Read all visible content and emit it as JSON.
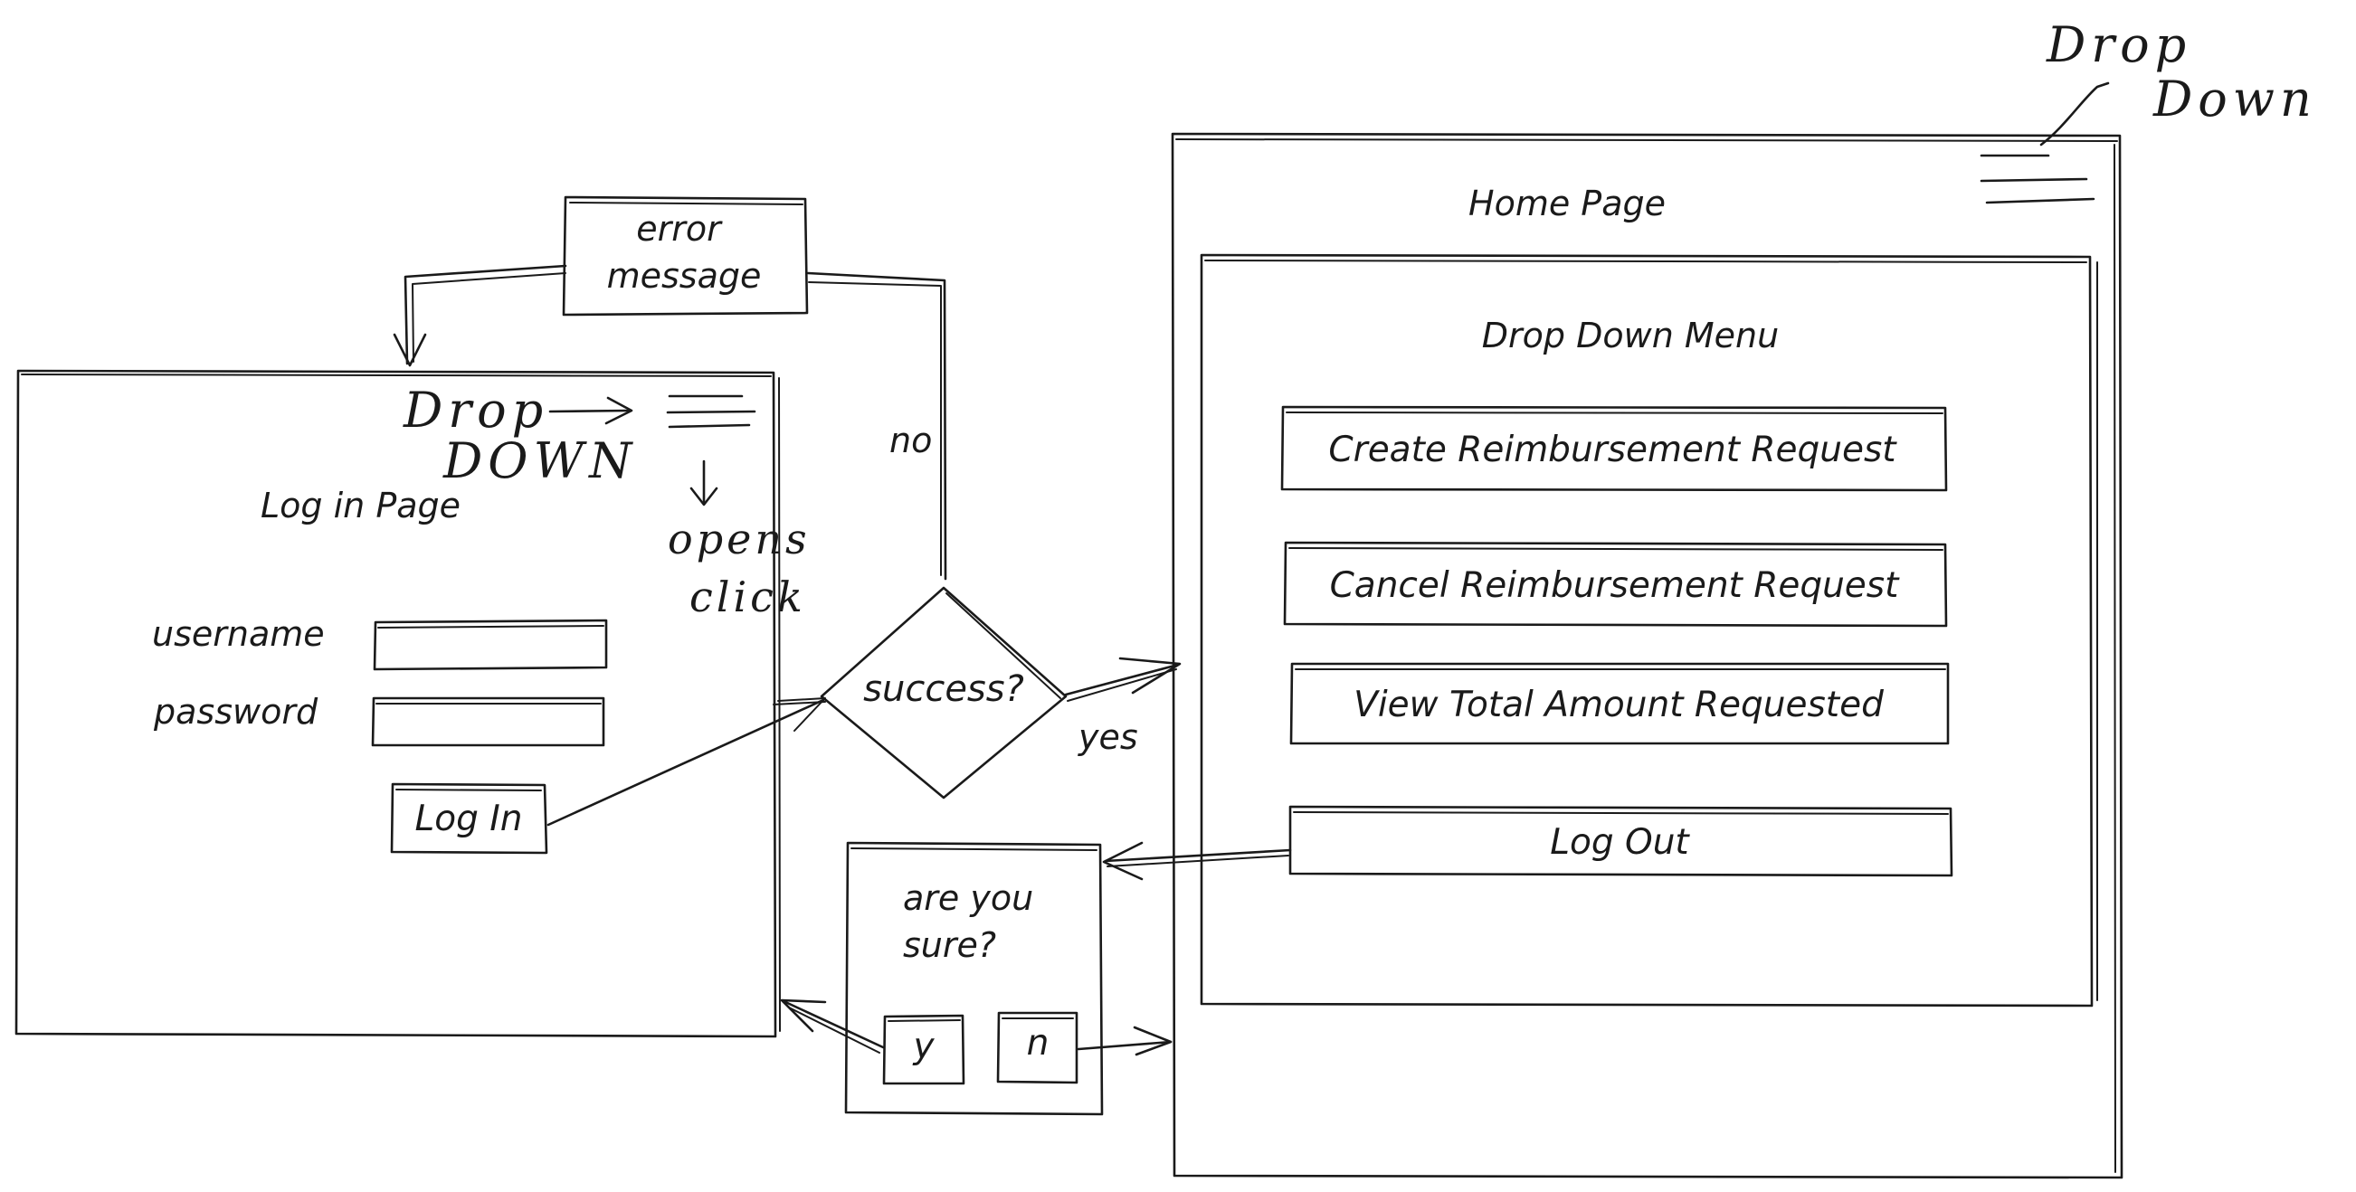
{
  "login_page": {
    "title": "Log in Page",
    "username_label": "username",
    "password_label": "password",
    "login_button": "Log In",
    "dropdown_note_line1": "Drop",
    "dropdown_note_line2": "DOWN",
    "opens_note_line1": "opens",
    "opens_note_line2": "click"
  },
  "error_box": {
    "line1": "error",
    "line2": "message"
  },
  "decision": {
    "question": "success?",
    "no_label": "no",
    "yes_label": "yes"
  },
  "confirm_dialog": {
    "line1": "are you",
    "line2": "sure?",
    "yes_button": "y",
    "no_button": "n"
  },
  "home_page": {
    "title": "Home Page",
    "dropdown_note_line1": "Drop",
    "dropdown_note_line2": "Down",
    "menu": {
      "title": "Drop Down Menu",
      "items": [
        "Create Reimbursement Request",
        "Cancel Reimbursement Request",
        "View Total Amount Requested",
        "Log Out"
      ]
    }
  }
}
